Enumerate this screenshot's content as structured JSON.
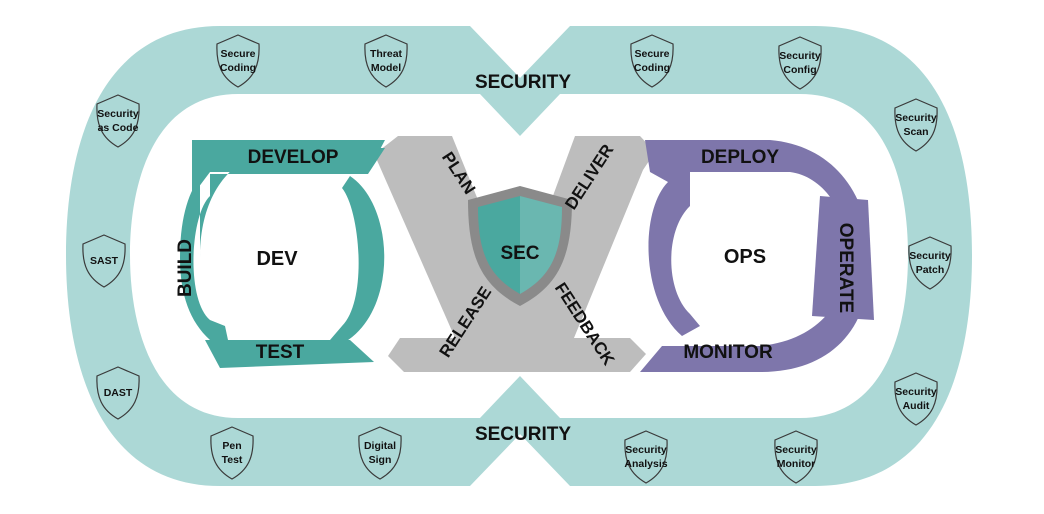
{
  "diagram": {
    "colors": {
      "outer_band": "#acd8d6",
      "dev_loop": "#4aa89f",
      "ops_loop": "#7e76ab",
      "arrows": "#bdbdbd",
      "shield_fill": "#4aa89f",
      "shield_rim": "#8a8a8a"
    },
    "security_band": {
      "top_label": "SECURITY",
      "bottom_label": "SECURITY"
    },
    "center": {
      "label": "SEC"
    },
    "dev_loop": {
      "center_label": "DEV",
      "stages": {
        "develop": "DEVELOP",
        "build": "BUILD",
        "test": "TEST"
      }
    },
    "ops_loop": {
      "center_label": "OPS",
      "stages": {
        "deploy": "DEPLOY",
        "operate": "OPERATE",
        "monitor": "MONITOR"
      }
    },
    "arrows": {
      "plan": "PLAN",
      "deliver": "DELIVER",
      "release": "RELEASE",
      "feedback": "FEEDBACK"
    },
    "shield_badges": [
      {
        "icon": "shield-icon",
        "line1": "Secure",
        "line2": "Coding"
      },
      {
        "icon": "shield-icon",
        "line1": "Threat",
        "line2": "Model"
      },
      {
        "icon": "shield-icon",
        "line1": "Secure",
        "line2": "Coding"
      },
      {
        "icon": "shield-icon",
        "line1": "Security",
        "line2": "Config"
      },
      {
        "icon": "shield-icon",
        "line1": "Security",
        "line2": "as Code"
      },
      {
        "icon": "shield-icon",
        "line1": "Security",
        "line2": "Scan"
      },
      {
        "icon": "shield-icon",
        "line1": "SAST",
        "line2": ""
      },
      {
        "icon": "shield-icon",
        "line1": "Security",
        "line2": "Patch"
      },
      {
        "icon": "shield-icon",
        "line1": "DAST",
        "line2": ""
      },
      {
        "icon": "shield-icon",
        "line1": "Security",
        "line2": "Audit"
      },
      {
        "icon": "shield-icon",
        "line1": "Pen",
        "line2": "Test"
      },
      {
        "icon": "shield-icon",
        "line1": "Digital",
        "line2": "Sign"
      },
      {
        "icon": "shield-icon",
        "line1": "Security",
        "line2": "Analysis"
      },
      {
        "icon": "shield-icon",
        "line1": "Security",
        "line2": "Monitor"
      }
    ]
  }
}
